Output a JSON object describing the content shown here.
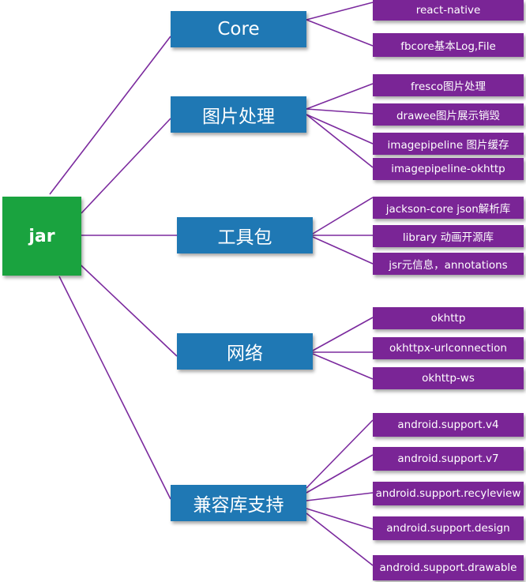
{
  "root": {
    "label": "jar"
  },
  "categories": [
    {
      "label": "Core",
      "children": [
        "react-native",
        "fbcore基本Log,File"
      ]
    },
    {
      "label": "图片处理",
      "children": [
        "fresco图片处理",
        "drawee图片展示销毁",
        "imagepipeline 图片缓存",
        "imagepipeline-okhttp"
      ]
    },
    {
      "label": "工具包",
      "children": [
        "jackson-core json解析库",
        "library 动画开源库",
        "jsr元信息，annotations"
      ]
    },
    {
      "label": "网络",
      "children": [
        "okhttp",
        "okhttpx-urlconnection",
        "okhttp-ws"
      ]
    },
    {
      "label": "兼容库支持",
      "children": [
        "android.support.v4",
        "android.support.v7",
        "android.support.recyleview",
        "android.support.design",
        "android.support.drawable"
      ]
    }
  ],
  "colors": {
    "root": "#1aa33f",
    "category": "#1f78b4",
    "leaf": "#7a2596",
    "connector": "#7b2a9e"
  }
}
